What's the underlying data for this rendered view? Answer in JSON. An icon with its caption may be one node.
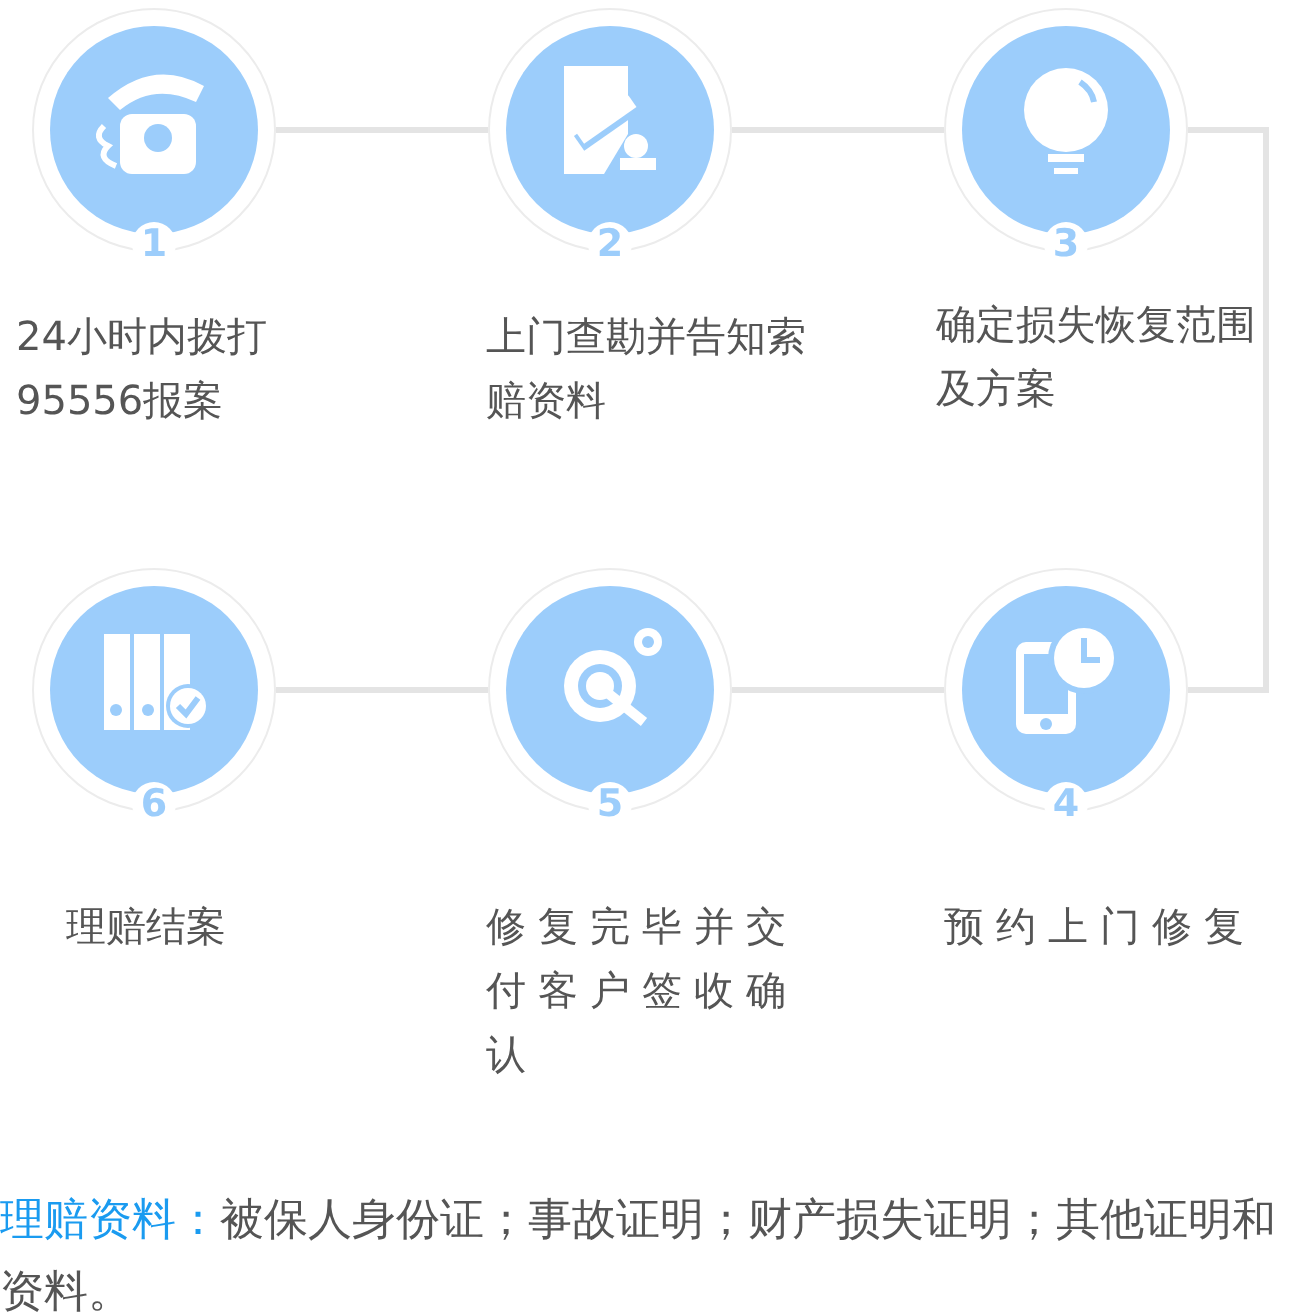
{
  "diagram": {
    "nodes": [
      {
        "text": [
          "1"
        ],
        "beside": [
          "24小时内拨打95556报案"
        ]
      },
      {
        "text": [
          "2"
        ],
        "beside": [
          "上门查勘并告知索赔资料"
        ]
      },
      {
        "text": [
          "3"
        ],
        "beside": [
          "确定损失恢复范围及方案"
        ]
      },
      {
        "text": [
          "4"
        ],
        "beside": [
          "预约上门修复"
        ]
      },
      {
        "text": [
          "5"
        ],
        "beside": [
          "修复完毕并交付客户签收确认"
        ]
      },
      {
        "text": [
          "6"
        ],
        "beside": [
          "理赔结案"
        ]
      }
    ],
    "edges": [
      {
        "from": 0,
        "to": 1,
        "arrow": "none"
      },
      {
        "from": 1,
        "to": 2,
        "arrow": "none"
      },
      {
        "from": 2,
        "to": 3,
        "arrow": "none"
      },
      {
        "from": 3,
        "to": 4,
        "arrow": "none"
      },
      {
        "from": 4,
        "to": 5,
        "arrow": "none"
      }
    ],
    "labels": [
      "理赔资料：",
      "被保人身份证；事故证明；财产损失证明；其他证明和资料。"
    ]
  }
}
